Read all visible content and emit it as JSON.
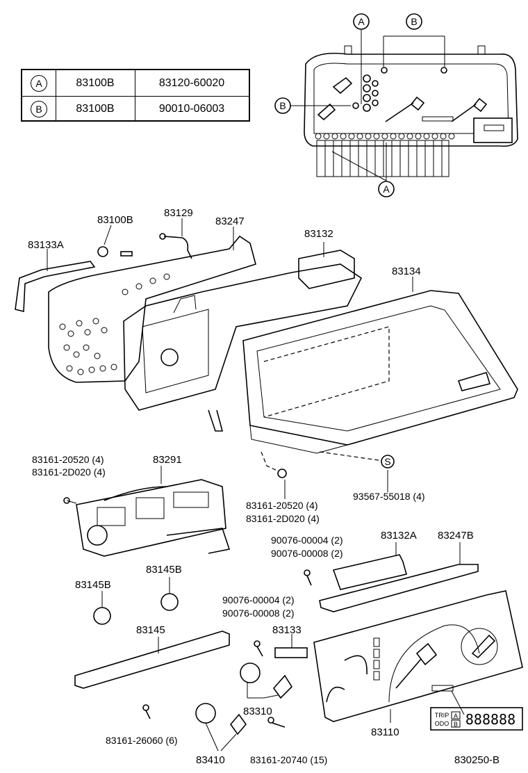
{
  "legend": {
    "rows": [
      {
        "key": "A",
        "part": "83100B",
        "number": "83120-60020"
      },
      {
        "key": "B",
        "part": "83100B",
        "number": "90010-06003"
      }
    ]
  },
  "callouts": {
    "a_top": "A",
    "b_top": "B",
    "b_left": "B",
    "a_bottom": "A"
  },
  "labels": {
    "p83133A": "83133A",
    "p83100B": "83100B",
    "p83129": "83129",
    "p83247": "83247",
    "p83132": "83132",
    "p83134": "83134",
    "p83161a_1": "83161-20520 (4)",
    "p83161a_2": "83161-2D020 (4)",
    "p83291": "83291",
    "p83161b_1": "83161-20520 (4)",
    "p83161b_2": "83161-2D020 (4)",
    "p93567": "93567-55018 (4)",
    "s_mark": "S",
    "p90076a_1": "90076-00004 (2)",
    "p90076a_2": "90076-00008 (2)",
    "p83132A": "83132A",
    "p83247B": "83247B",
    "p83145B_1": "83145B",
    "p83145B_2": "83145B",
    "p83145": "83145",
    "p90076b_1": "90076-00004 (2)",
    "p90076b_2": "90076-00008 (2)",
    "p83133": "83133",
    "p83310": "83310",
    "p83110": "83110",
    "p83161c": "83161-26060 (6)",
    "p83410": "83410",
    "p83161d": "83161-20740 (15)",
    "diagram_id": "830250-B",
    "trip": "TRIP",
    "odo": "ODO",
    "digits": "888888"
  }
}
